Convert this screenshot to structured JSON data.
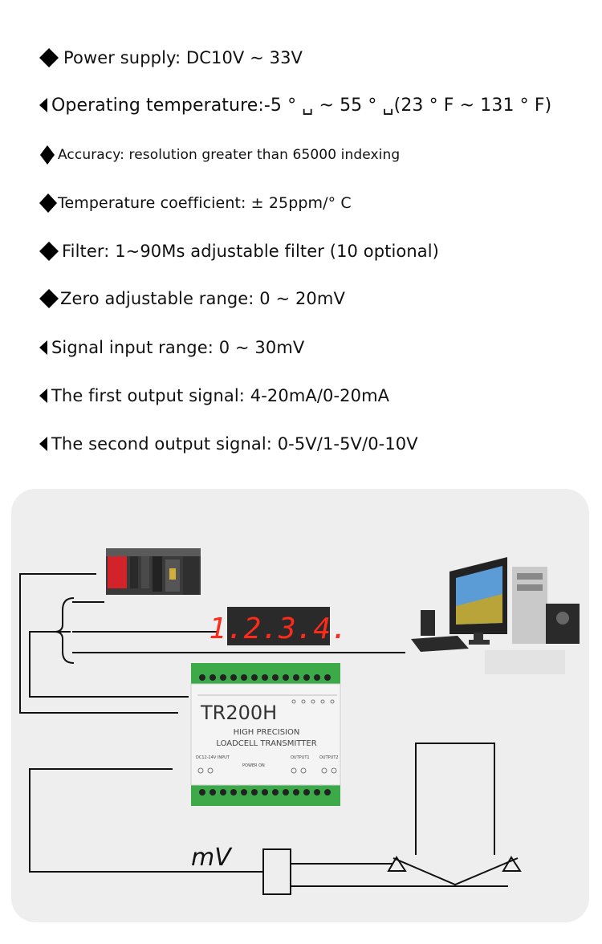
{
  "specs": [
    {
      "text": "Power supply: DC10V ~ 33V",
      "bullet": "diamond-icon"
    },
    {
      "text": "Operating temperature:-5 ° ␣ ~ 55 ° ␣(23 ° F ~ 131 ° F)",
      "bullet": "left-triangle-icon"
    },
    {
      "text": "Accuracy: resolution greater than 65000 indexing",
      "bullet": "diamond-icon"
    },
    {
      "text": "Temperature coefficient: ± 25ppm/° C",
      "bullet": "diamond-icon"
    },
    {
      "text": "Filter: 1~90Ms adjustable filter (10 optional)",
      "bullet": "diamond-icon"
    },
    {
      "text": "Zero adjustable range: 0 ~ 20mV",
      "bullet": "diamond-icon"
    },
    {
      "text": "Signal input range: 0 ~ 30mV",
      "bullet": "left-triangle-icon"
    },
    {
      "text": "The first output signal: 4-20mA/0-20mA",
      "bullet": "left-triangle-icon"
    },
    {
      "text": "The second output signal: 0-5V/1-5V/0-10V",
      "bullet": "left-triangle-icon"
    }
  ],
  "diagram": {
    "display_reading": "1.2.3.4.",
    "module": {
      "model": "TR200H",
      "line1": "HIGH PRECISION",
      "line2": "LOADCELL TRANSMITTER",
      "label_power_input": "DC12-24V INPUT",
      "label_power_on": "POWER ON",
      "label_output1": "OUTPUT1",
      "label_output2": "OUTPUT2"
    },
    "signal_label": "mV",
    "colors": {
      "terminal_green": "#3daa4a",
      "display_red": "#ff2a1a",
      "display_bg": "#2a2a2a",
      "plc_red": "#d2232a"
    }
  }
}
